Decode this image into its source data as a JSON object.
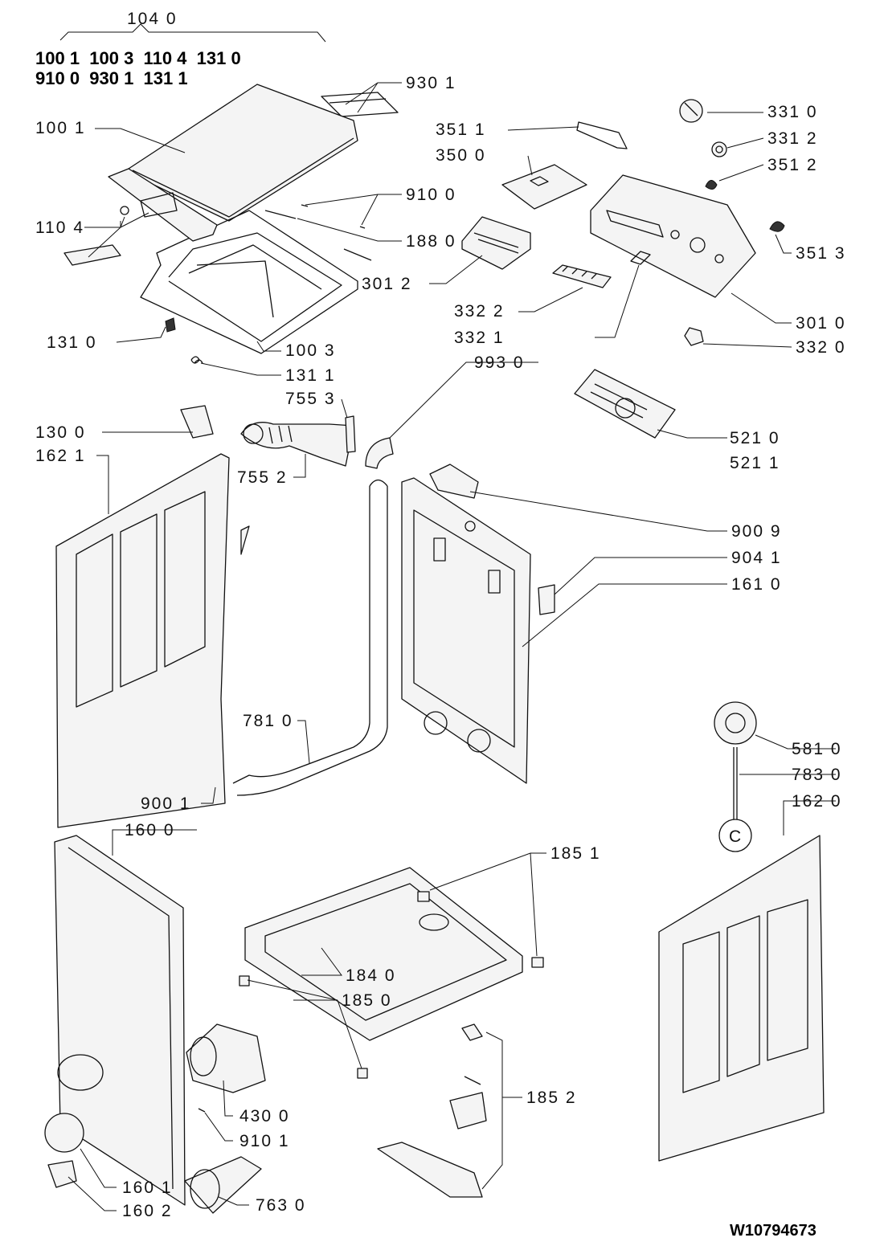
{
  "header": {
    "group_label": "104 0",
    "row1": "100 1  100 3  110 4  131 0",
    "row2": "910 0  930 1  131 1"
  },
  "document_id": "W10794673",
  "callouts": {
    "c9301": "930 1",
    "c1001": "100 1",
    "c9100": "910 0",
    "c1880": "188 0",
    "c1104": "110 4",
    "c1310": "131 0",
    "c1003": "100 3",
    "c1311": "131 1",
    "c3511": "351 1",
    "c3500": "350 0",
    "c3012": "301 2",
    "c3310": "331 0",
    "c3312": "331 2",
    "c3512": "351 2",
    "c3513": "351 3",
    "c3322": "332 2",
    "c3321": "332 1",
    "c3010": "301 0",
    "c3320": "332 0",
    "c9930": "993 0",
    "c7553": "755 3",
    "c1300": "130 0",
    "c1621": "162 1",
    "c7552": "755 2",
    "c5210": "521 0",
    "c5211": "521 1",
    "c9009": "900 9",
    "c9041": "904 1",
    "c1610": "161 0",
    "c7810": "781 0",
    "c9001": "900 1",
    "c1600": "160 0",
    "c5810": "581 0",
    "c7830": "783 0",
    "c1620": "162 0",
    "c1851": "185 1",
    "c1840": "184 0",
    "c1850": "185 0",
    "c1852": "185 2",
    "c4300": "430 0",
    "c9101": "910 1",
    "c1601": "160 1",
    "c1602": "160 2",
    "c7630": "763 0"
  }
}
